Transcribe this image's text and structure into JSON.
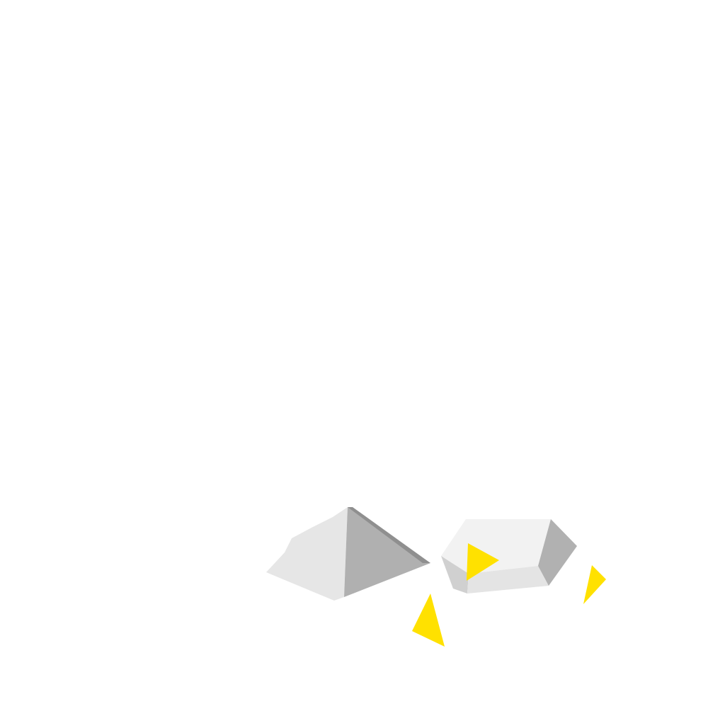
{
  "colors": {
    "background": "#ffffff",
    "pyramid_light": "#e6e6e6",
    "pyramid_shadow": "#b0b0b0",
    "pyramid_edge": "#8f8f8f",
    "gem_top": "#f2f2f2",
    "gem_front": "#e4e4e4",
    "gem_left": "#d0d0d0",
    "gem_right": "#b1b1b1",
    "accent_yellow": "#ffe100"
  },
  "icons": {
    "pyramid": "pyramid-shape",
    "gem": "faceted-gem-shape",
    "shard": "triangle-shard-shape"
  }
}
